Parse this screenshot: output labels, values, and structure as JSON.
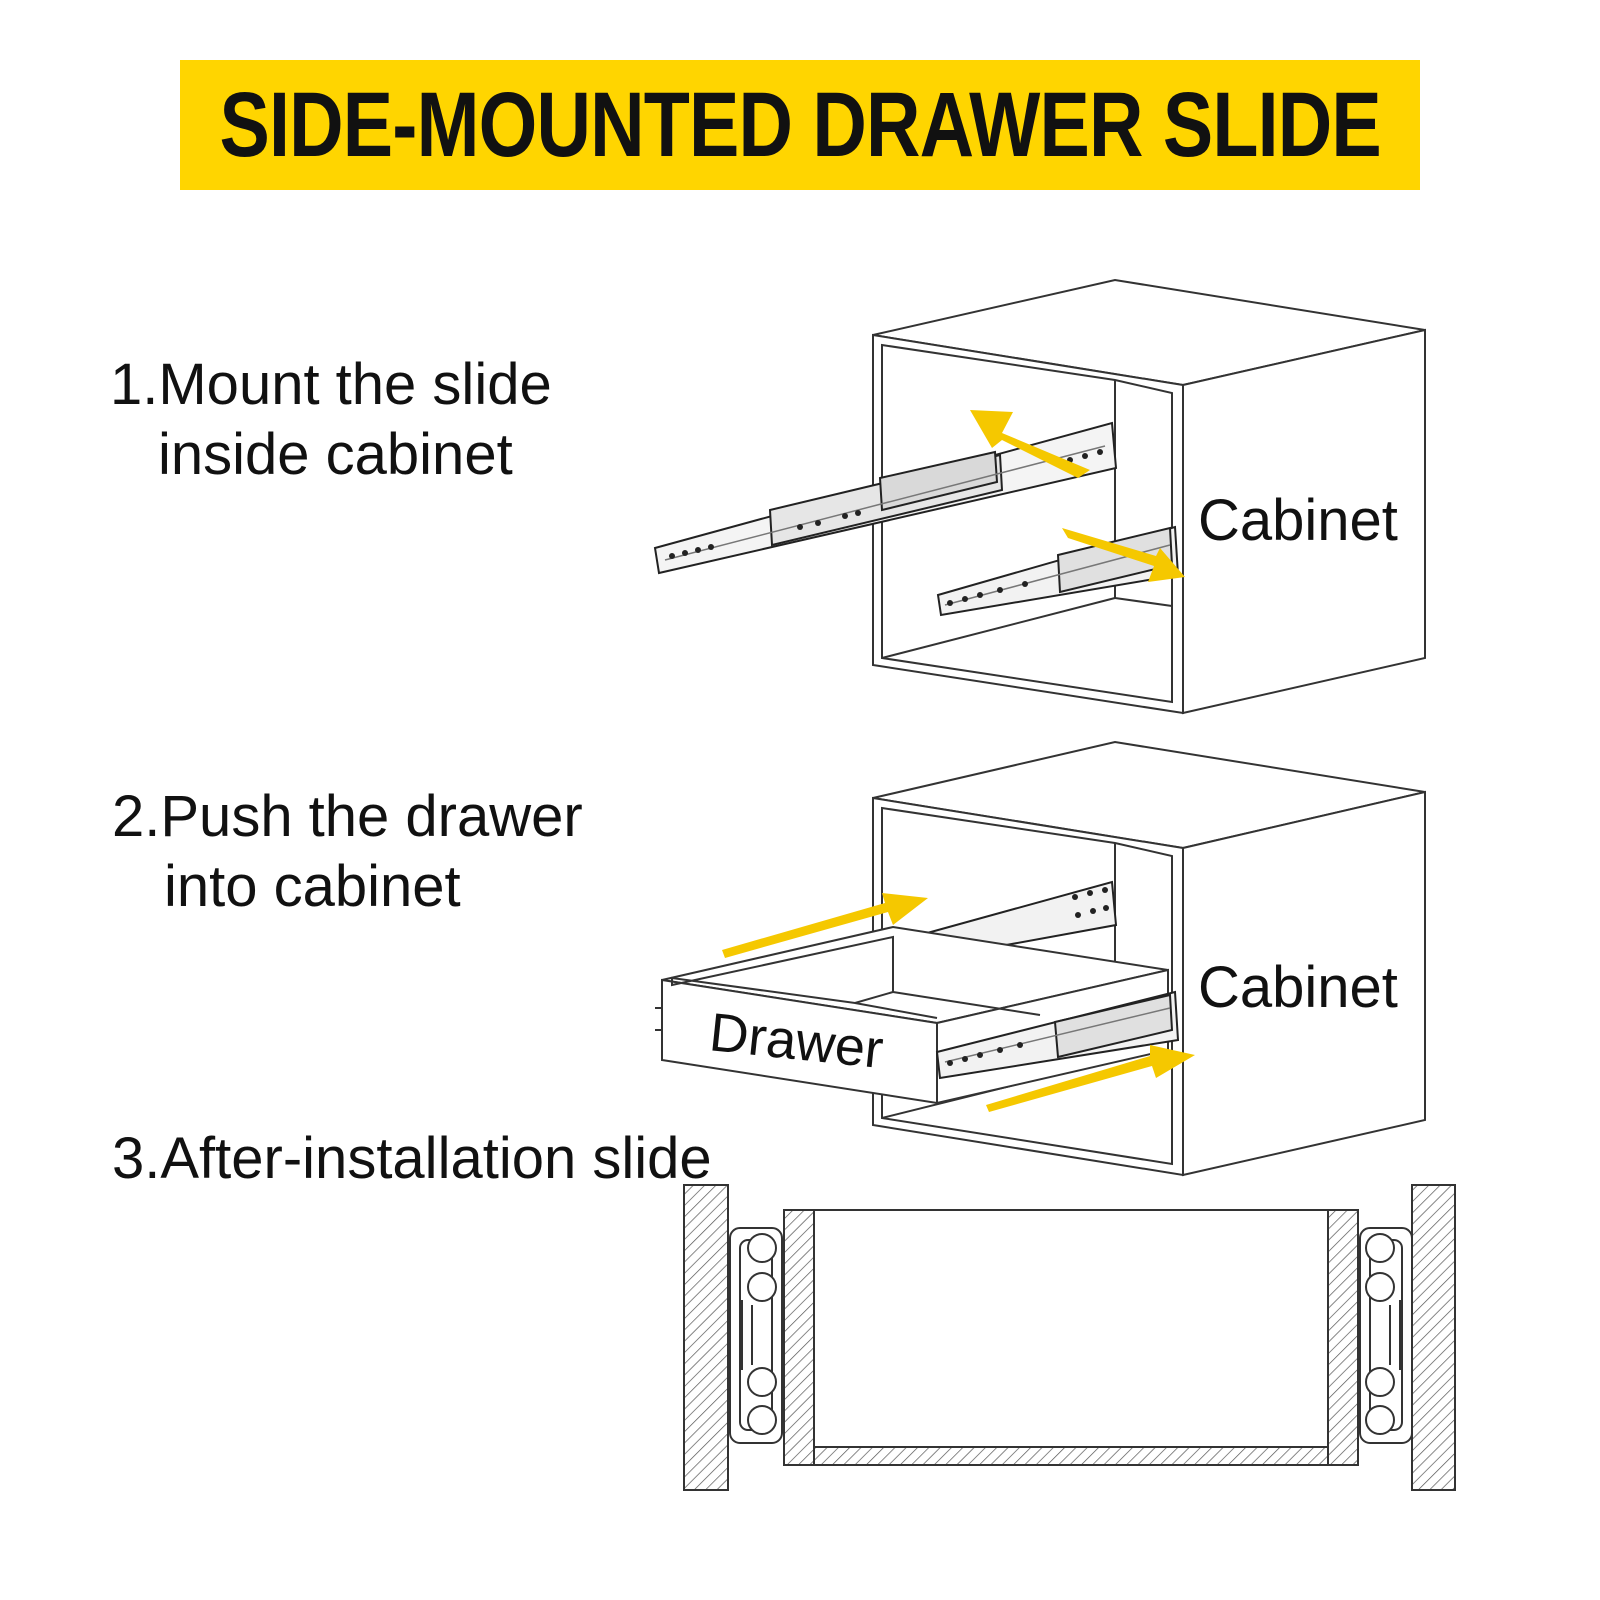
{
  "title": "SIDE-MOUNTED DRAWER SLIDE",
  "steps": [
    {
      "line1": "1.Mount the slide",
      "line2": "inside cabinet"
    },
    {
      "line1": "2.Push the drawer",
      "line2": "into cabinet"
    },
    {
      "line1": "3.After-installation slide"
    }
  ],
  "labels": {
    "cabinet_1": "Cabinet",
    "cabinet_2": "Cabinet",
    "drawer": "Drawer"
  },
  "colors": {
    "banner": "#ffd500",
    "arrow": "#f5c800",
    "line": "#333333",
    "text": "#111111"
  }
}
